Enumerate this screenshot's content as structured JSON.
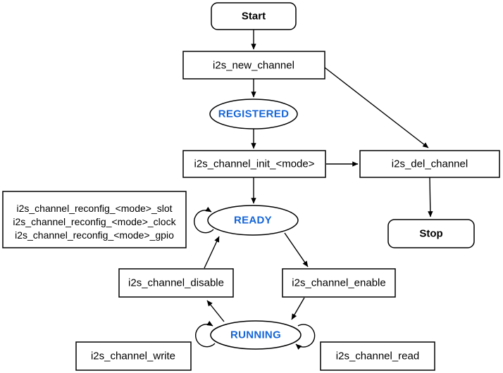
{
  "colors": {
    "stroke": "#000000",
    "node_fill": "#ffffff",
    "state_text": "#1565D8",
    "label_text": "#000000"
  },
  "nodes": {
    "start": {
      "label": "Start",
      "type": "terminal"
    },
    "new_channel": {
      "label": "i2s_new_channel",
      "type": "process"
    },
    "registered": {
      "label": "REGISTERED",
      "type": "state"
    },
    "init": {
      "label": "i2s_channel_init_<mode>",
      "type": "process"
    },
    "del_channel": {
      "label": "i2s_del_channel",
      "type": "process"
    },
    "stop": {
      "label": "Stop",
      "type": "terminal"
    },
    "ready": {
      "label": "READY",
      "type": "state"
    },
    "reconfig": {
      "type": "process",
      "lines": [
        "i2s_channel_reconfig_<mode>_slot",
        "i2s_channel_reconfig_<mode>_clock",
        "i2s_channel_reconfig_<mode>_gpio"
      ]
    },
    "disable": {
      "label": "i2s_channel_disable",
      "type": "process"
    },
    "enable": {
      "label": "i2s_channel_enable",
      "type": "process"
    },
    "running": {
      "label": "RUNNING",
      "type": "state"
    },
    "write": {
      "label": "i2s_channel_write",
      "type": "process"
    },
    "read": {
      "label": "i2s_channel_read",
      "type": "process"
    }
  },
  "edges": [
    {
      "from": "Start",
      "to": "i2s_new_channel"
    },
    {
      "from": "i2s_new_channel",
      "to": "REGISTERED"
    },
    {
      "from": "i2s_new_channel",
      "to": "i2s_del_channel"
    },
    {
      "from": "REGISTERED",
      "to": "i2s_channel_init_<mode>"
    },
    {
      "from": "i2s_channel_init_<mode>",
      "to": "READY"
    },
    {
      "from": "i2s_channel_init_<mode>",
      "to": "i2s_del_channel"
    },
    {
      "from": "i2s_del_channel",
      "to": "Stop"
    },
    {
      "from": "READY",
      "to": "i2s_channel_enable"
    },
    {
      "from": "i2s_channel_disable",
      "to": "READY"
    },
    {
      "from": "i2s_channel_enable",
      "to": "RUNNING"
    },
    {
      "from": "RUNNING",
      "to": "i2s_channel_disable"
    },
    {
      "from": "READY",
      "to": "READY",
      "note": "self-loop (reconfig)"
    },
    {
      "from": "RUNNING",
      "to": "RUNNING",
      "note": "self-loop-left (write)"
    },
    {
      "from": "RUNNING",
      "to": "RUNNING",
      "note": "self-loop-right (read)"
    }
  ]
}
